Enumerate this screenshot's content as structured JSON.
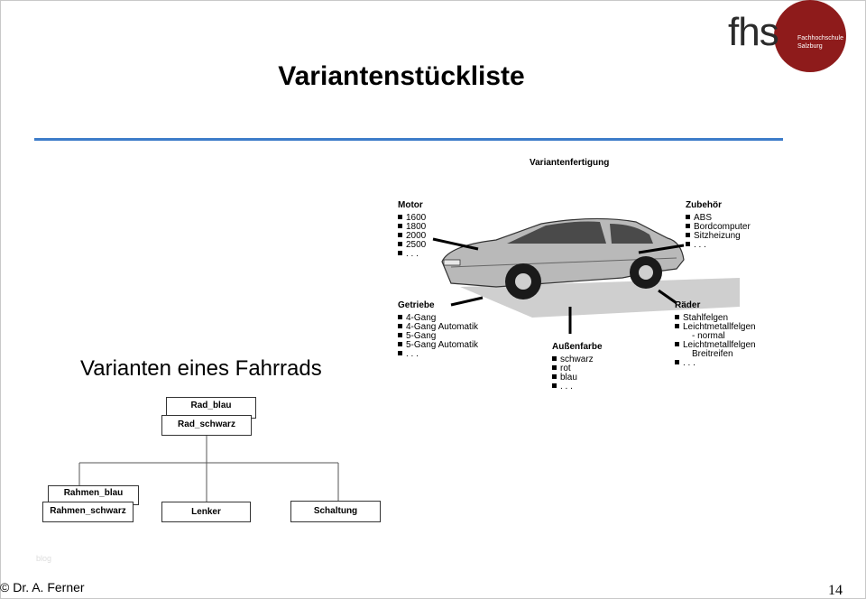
{
  "slide": {
    "title": "Variantenstückliste",
    "subtitle": "Varianten eines Fahrrads",
    "footer": "© Dr. A. Ferner",
    "page_number": "14",
    "watermark": "blog"
  },
  "logo": {
    "text": "fhs",
    "line1": "Fachhochschule",
    "line2": "Salzburg",
    "colors": {
      "circle": "#8e1b1b",
      "text": "#2b2b2b"
    }
  },
  "car_figure": {
    "title": "Variantenfertigung",
    "motor": {
      "heading": "Motor",
      "items": [
        "1600",
        "1800",
        "2000",
        "2500",
        ". . ."
      ]
    },
    "zubehoer": {
      "heading": "Zubehör",
      "items": [
        "ABS",
        "Bordcomputer",
        "Sitzheizung",
        ". . ."
      ]
    },
    "getriebe": {
      "heading": "Getriebe",
      "items": [
        "4-Gang",
        "4-Gang Automatik",
        "5-Gang",
        "5-Gang Automatik",
        ". . ."
      ]
    },
    "aussenfarbe": {
      "heading": "Außenfarbe",
      "items": [
        "schwarz",
        "rot",
        "blau",
        ". . ."
      ]
    },
    "raeder": {
      "heading": "Räder",
      "items": [
        "Stahlfelgen",
        "Leichtmetallfelgen",
        "- normal",
        "Leichtmetallfelgen",
        "Breitreifen",
        ". . ."
      ]
    }
  },
  "tree": {
    "root_back": "Rad_blau",
    "root_front": "Rad_schwarz",
    "frame_back": "Rahmen_blau",
    "frame_front": "Rahmen_schwarz",
    "handlebar": "Lenker",
    "gears": "Schaltung"
  },
  "accent_color": "#3d7cc9"
}
